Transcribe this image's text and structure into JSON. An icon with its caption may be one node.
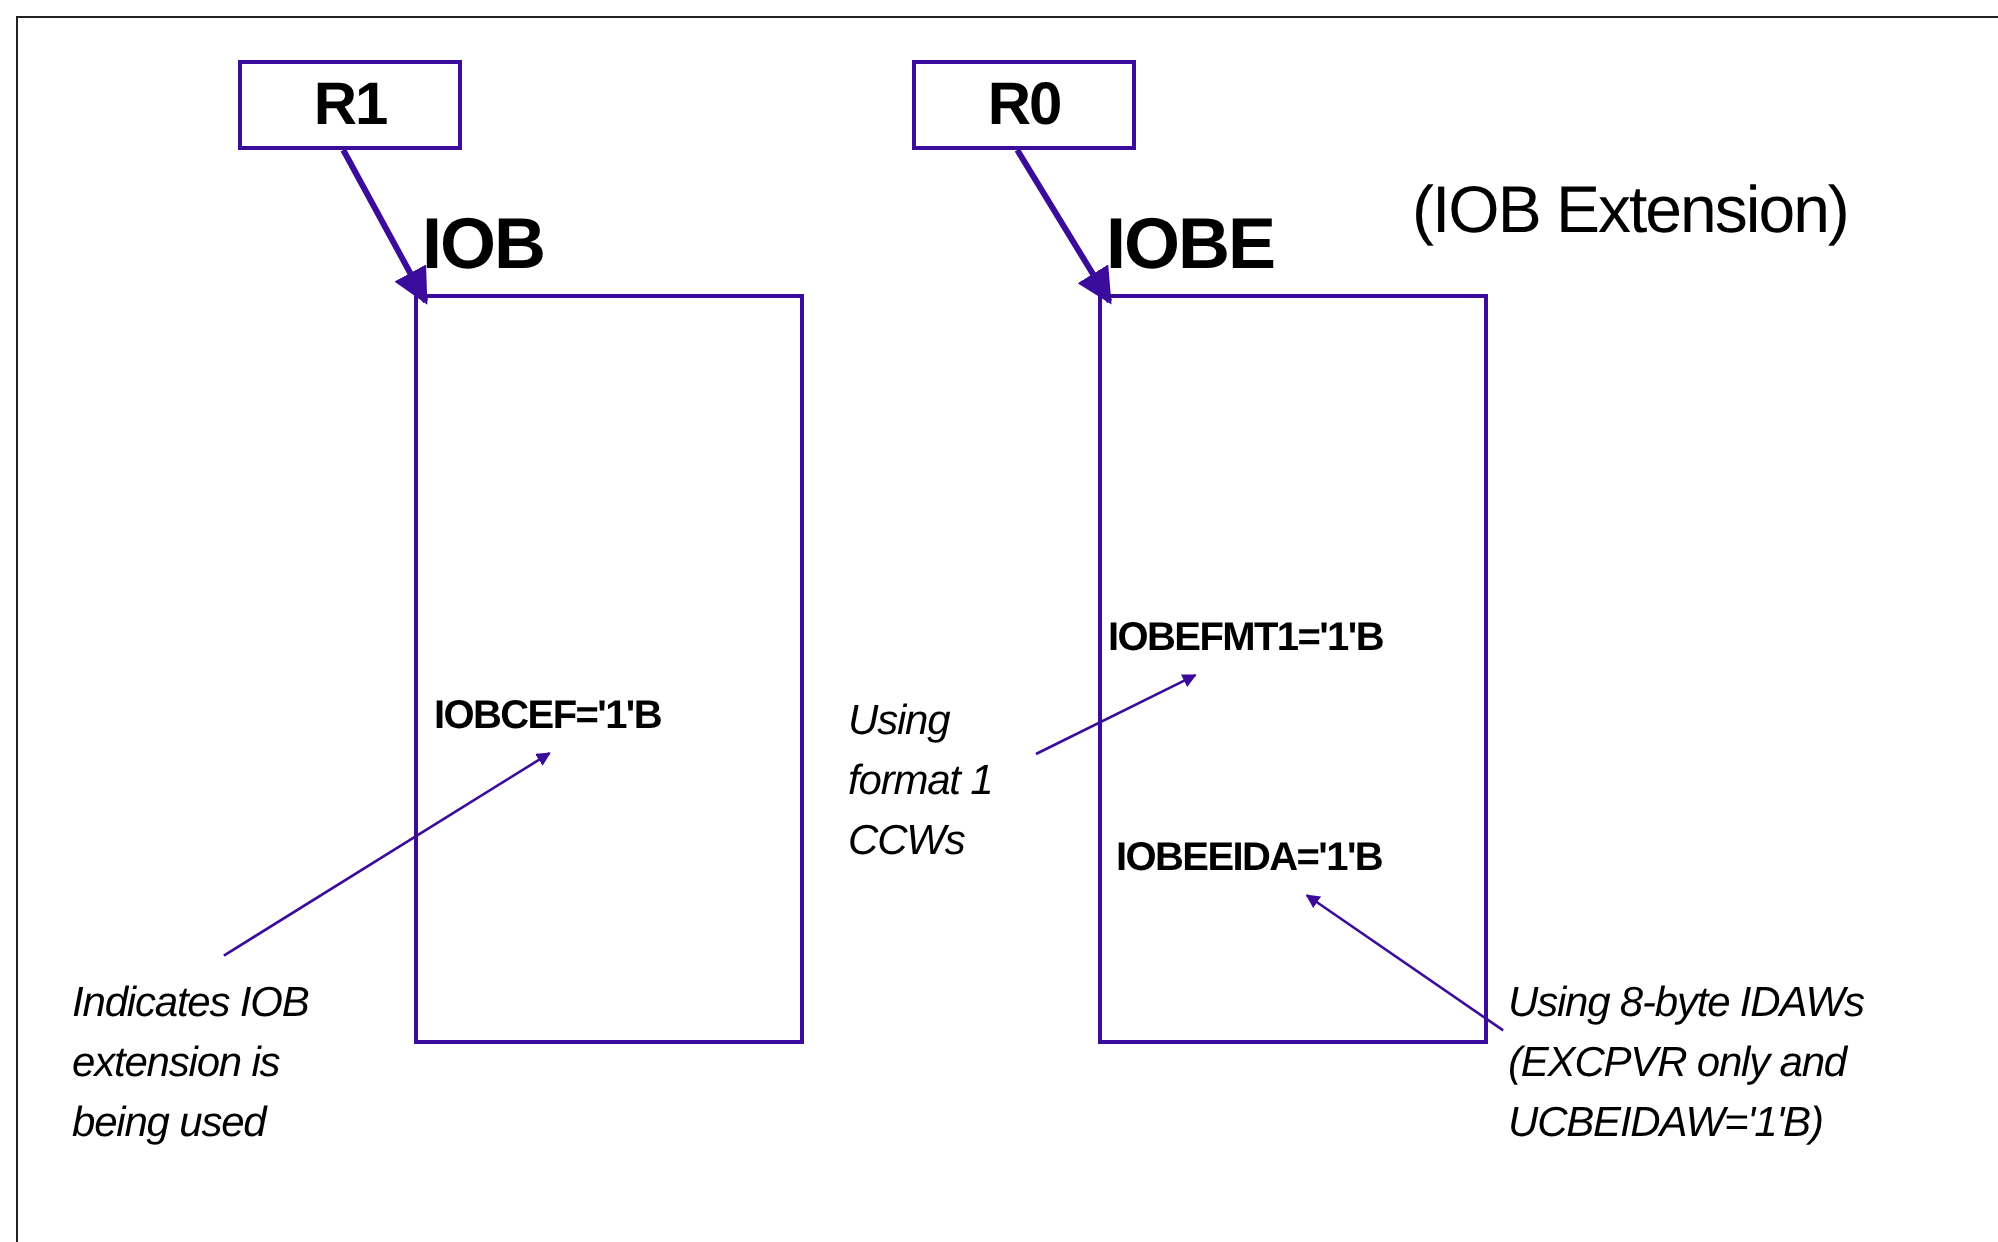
{
  "diagram": {
    "nodes": [
      {
        "text": [
          "R1"
        ]
      },
      {
        "text": [
          "IOB"
        ]
      },
      {
        "text": [
          "IOBCEF='1'B"
        ],
        "in": 1
      },
      {
        "text": [
          "Indicates IOB extension is being used"
        ]
      },
      {
        "text": [
          "R0"
        ]
      },
      {
        "text": [
          "IOBE"
        ]
      },
      {
        "text": [
          "IOBEFMT1='1'B"
        ],
        "in": 5
      },
      {
        "text": [
          "Using format 1 CCWs"
        ]
      },
      {
        "text": [
          "IOBEEIDA='1'B"
        ],
        "in": 5
      },
      {
        "text": [
          "Using 8-byte IDAWs (EXCPVR only and UCBEIDAW='1'B)"
        ]
      }
    ],
    "edges": [
      {
        "from": 0,
        "to": 1,
        "arrow": "to",
        "style": "thick"
      },
      {
        "from": 3,
        "to": 2,
        "arrow": "to"
      },
      {
        "from": 4,
        "to": 5,
        "arrow": "to",
        "style": "thick"
      },
      {
        "from": 7,
        "to": 6,
        "arrow": "to"
      },
      {
        "from": 9,
        "to": 8,
        "arrow": "to"
      }
    ],
    "labels": [
      "(IOB Extension)"
    ]
  }
}
